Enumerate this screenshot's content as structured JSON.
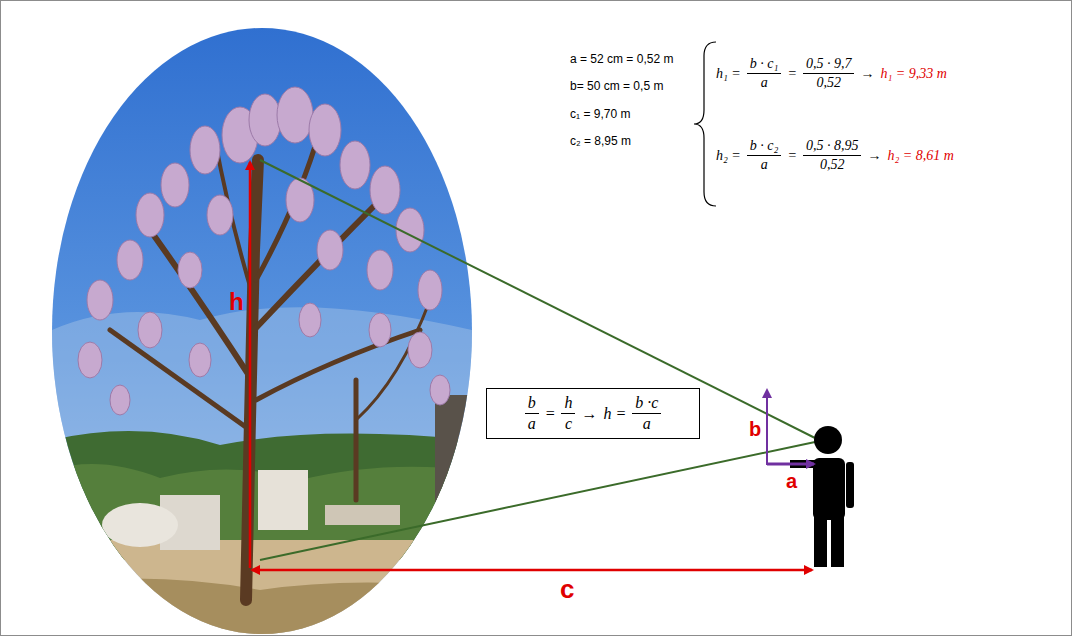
{
  "diagram": {
    "nodes": [
      {
        "text": [
          "b",
          "a",
          "=",
          "h",
          "c",
          "→",
          "h =",
          "b ·c",
          "a"
        ]
      }
    ],
    "labels": [
      "a = 52 cm = 0,52 m",
      "b= 50 cm = 0,5 m",
      "c₁ = 9,70 m",
      "c₂ = 8,95 m",
      "h₁ =",
      "b · c₁",
      "a",
      "=",
      "0,5 · 9,7",
      "0,52",
      "→",
      "h₁ = 9,33 m",
      "h₂ =",
      "b · c₂",
      "a",
      "=",
      "0,5 · 8,95",
      "0,52",
      "→",
      "h₂ = 8,61 m",
      "h",
      "b",
      "a",
      "c"
    ]
  }
}
